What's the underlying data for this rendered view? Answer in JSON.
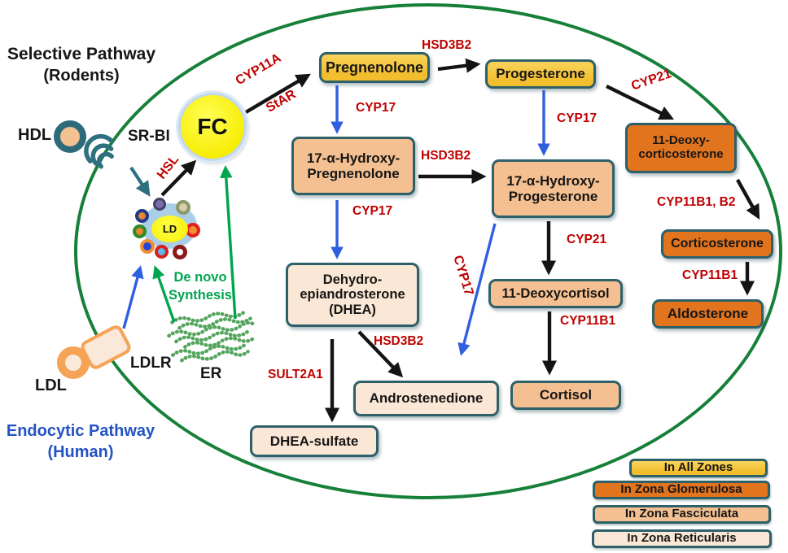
{
  "titles": {
    "selective_line1": "Selective Pathway",
    "selective_line2": "(Rodents)",
    "endocytic_line1": "Endocytic Pathway",
    "endocytic_line2": "(Human)",
    "denovo_line1": "De novo",
    "denovo_line2": "Synthesis"
  },
  "cell": {
    "hdl": "HDL",
    "srbi": "SR-BI",
    "fc": "FC",
    "ld": "LD",
    "ldl": "LDL",
    "ldlr": "LDLR",
    "er": "ER"
  },
  "enzymes": {
    "cyp11a": "CYP11A",
    "star": "StAR",
    "hsl": "HSL",
    "hsd3b2_top": "HSD3B2",
    "hsd3b2_mid": "HSD3B2",
    "hsd3b2_dhea": "HSD3B2",
    "cyp17_preg": "CYP17",
    "cyp17_prog": "CYP17",
    "cyp17_ohpreg": "CYP17",
    "cyp17_diag": "CYP17",
    "cyp21_top": "CYP21",
    "cyp21_mid": "CYP21",
    "cyp11b1_b2": "CYP11B1, B2",
    "cyp11b1_right": "CYP11B1",
    "cyp11b1_mid": "CYP11B1",
    "sult2a1": "SULT2A1"
  },
  "boxes": {
    "pregnenolone": {
      "l1": "Pregnenolone",
      "zone": "all"
    },
    "progesterone": {
      "l1": "Progesterone",
      "zone": "all"
    },
    "ohpreg": {
      "l1": "17-α-Hydroxy-",
      "l2": "Pregnenolone",
      "zone": "fasciculata"
    },
    "ohprog": {
      "l1": "17-α-Hydroxy-",
      "l2": "Progesterone",
      "zone": "fasciculata"
    },
    "doc": {
      "l1": "11-Deoxy-",
      "l2": "corticosterone",
      "zone": "glomerulosa"
    },
    "corticosterone": {
      "l1": "Corticosterone",
      "zone": "glomerulosa"
    },
    "aldosterone": {
      "l1": "Aldosterone",
      "zone": "glomerulosa"
    },
    "dhea": {
      "l1": "Dehydro-",
      "l2": "epiandrosterone",
      "l3": "(DHEA)",
      "zone": "reticularis"
    },
    "deoxycortisol": {
      "l1": "11-Deoxycortisol",
      "zone": "fasciculata"
    },
    "cortisol": {
      "l1": "Cortisol",
      "zone": "fasciculata"
    },
    "androstenedione": {
      "l1": "Androstenedione",
      "zone": "reticularis"
    },
    "dheas": {
      "l1": "DHEA-sulfate",
      "zone": "reticularis"
    }
  },
  "legend": {
    "all_zones": "In All Zones",
    "glomerulosa": "In Zona Glomerulosa",
    "fasciculata": "In Zona Fasciculata",
    "reticularis": "In Zona Reticularis"
  },
  "colors": {
    "all_zones": "#F2BE2E",
    "all_zones_light": "#FAD45C",
    "glomerulosa": "#E2741E",
    "fasciculata": "#F5C091",
    "reticularis": "#FAE7D5",
    "box_border": "#2D6069",
    "enzyme_red": "#C00000",
    "arrow_black": "#141414",
    "arrow_blue": "#2E5FE0",
    "text_blue": "#2353C4",
    "green_bright": "#00A550",
    "membrane_green": "#168039",
    "teal": "#2E6F80",
    "er_green": "#55A55F"
  }
}
